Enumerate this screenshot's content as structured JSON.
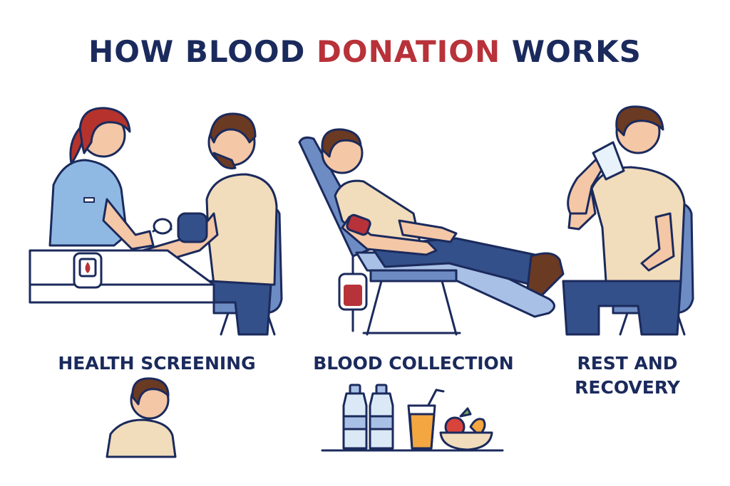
{
  "title": {
    "part1": "HOW BLOOD ",
    "accent": "DONATION",
    "part2": " WORKS"
  },
  "colors": {
    "navy": "#1b2a5c",
    "red": "#b8323a",
    "shirt": "#f1dcbb",
    "skin": "#f4c7a6",
    "hair": "#6b3a22",
    "nurse_hair": "#b5332c",
    "scrubs": "#8fb9e3",
    "jeans": "#33508a",
    "chair": "#6d8cc4",
    "chair_light": "#a9c0e6"
  },
  "steps": [
    {
      "label": "HEALTH SCREENING",
      "icons": [
        "nurse",
        "donor-seated",
        "blood-pressure-cuff",
        "glucose-meter",
        "table",
        "chair"
      ]
    },
    {
      "label": "BLOOD COLLECTION",
      "icons": [
        "donor-reclined",
        "donation-chair",
        "blood-bag"
      ]
    },
    {
      "label_line1": "REST AND",
      "label_line2": "RECOVERY",
      "icons": [
        "donor-drinking",
        "water-glass",
        "chair"
      ]
    }
  ],
  "extras": {
    "icons": [
      "person-bust",
      "water-bottle",
      "water-bottle",
      "juice-glass",
      "fruit-bowl"
    ]
  }
}
